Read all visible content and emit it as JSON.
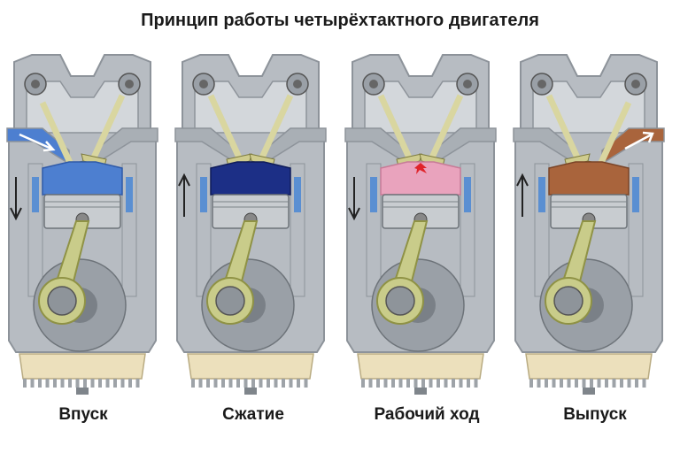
{
  "title": "Принцип работы четырёхтактного двигателя",
  "strokes": [
    {
      "label": "Впуск",
      "gas_color": "#4d7fd0",
      "gas_edge": "#2f5aa8",
      "piston_direction": "down",
      "intake_open": true,
      "exhaust_open": false,
      "spark": false
    },
    {
      "label": "Сжатие",
      "gas_color": "#1c2f86",
      "gas_edge": "#0f1c5a",
      "piston_direction": "up",
      "intake_open": false,
      "exhaust_open": false,
      "spark": false
    },
    {
      "label": "Рабочий ход",
      "gas_color": "#e9a3bd",
      "gas_edge": "#c77b97",
      "piston_direction": "down",
      "intake_open": false,
      "exhaust_open": false,
      "spark": true
    },
    {
      "label": "Выпуск",
      "gas_color": "#a9643c",
      "gas_edge": "#7a4427",
      "piston_direction": "up",
      "intake_open": false,
      "exhaust_open": true,
      "spark": false
    }
  ],
  "colors": {
    "housing": "#b7bcc2",
    "housing_dark": "#8d939a",
    "crank": "#c9cc8a",
    "crank_dark": "#8f9245",
    "oil": "#ece0bc",
    "coolant": "#5a8fd2"
  }
}
